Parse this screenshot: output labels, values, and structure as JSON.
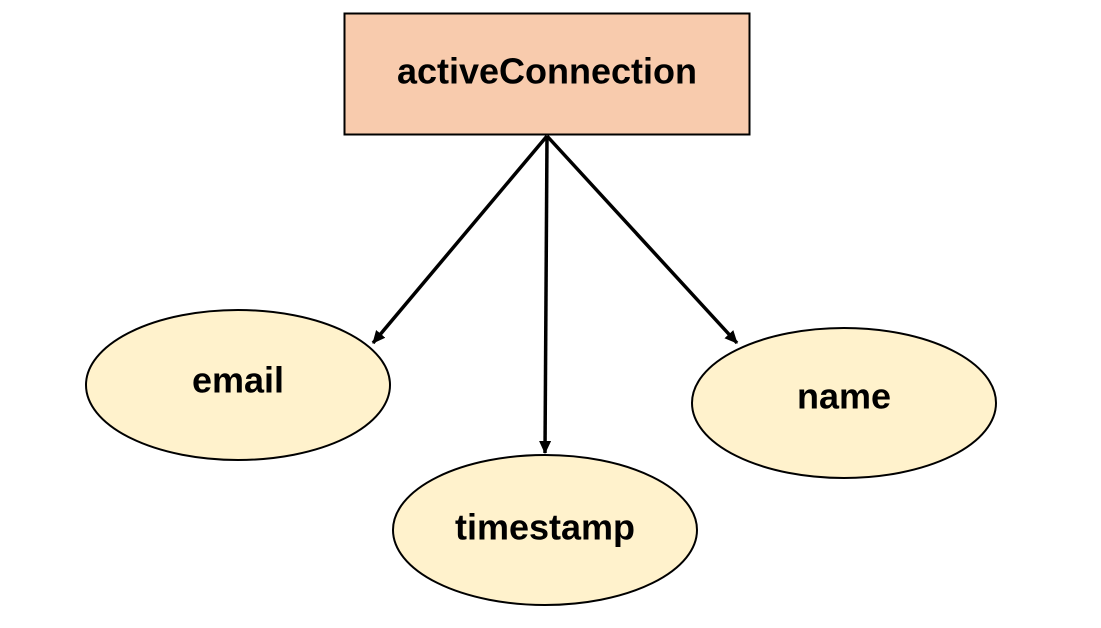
{
  "diagram": {
    "root": {
      "label": "activeConnection",
      "fill": "#F8CBAD",
      "stroke": "#000000"
    },
    "children": [
      {
        "label": "email",
        "fill": "#FFF2CC",
        "stroke": "#000000"
      },
      {
        "label": "timestamp",
        "fill": "#FFF2CC",
        "stroke": "#000000"
      },
      {
        "label": "name",
        "fill": "#FFF2CC",
        "stroke": "#000000"
      }
    ],
    "edge_color": "#000000"
  }
}
